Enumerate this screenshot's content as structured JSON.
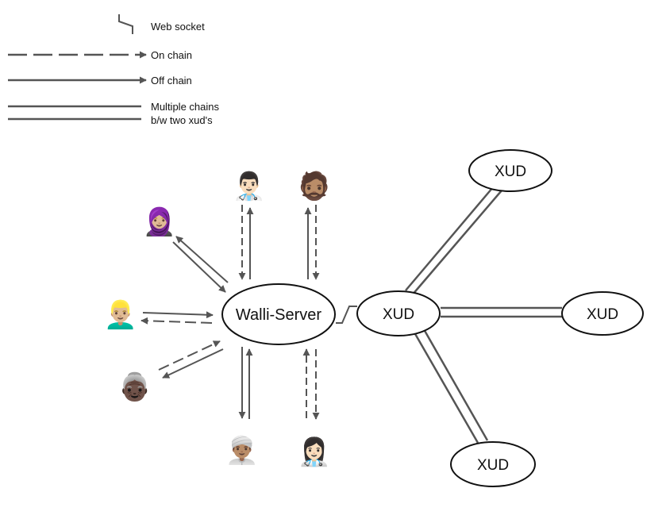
{
  "legend": {
    "web_socket": "Web socket",
    "on_chain": "On chain",
    "off_chain": "Off chain",
    "multiple_chains_line1": "Multiple chains",
    "multiple_chains_line2": "b/w two xud's"
  },
  "nodes": {
    "server": "Walli-Server",
    "xud_center": "XUD",
    "xud_top": "XUD",
    "xud_right": "XUD",
    "xud_bottom": "XUD"
  },
  "users": [
    {
      "id": "user-doctor-man",
      "emoji": "👨🏻‍⚕️"
    },
    {
      "id": "user-bearded-man",
      "emoji": "🧔🏽"
    },
    {
      "id": "user-hijab-woman",
      "emoji": "🧕🏼"
    },
    {
      "id": "user-blond-man",
      "emoji": "👱🏼‍♂️"
    },
    {
      "id": "user-old-woman",
      "emoji": "👵🏿"
    },
    {
      "id": "user-turban-man",
      "emoji": "👳🏽‍♂️"
    },
    {
      "id": "user-doctor-woman",
      "emoji": "👩🏻‍⚕️"
    }
  ],
  "colors": {
    "line": "#555555",
    "text": "#111111",
    "background": "#ffffff"
  }
}
